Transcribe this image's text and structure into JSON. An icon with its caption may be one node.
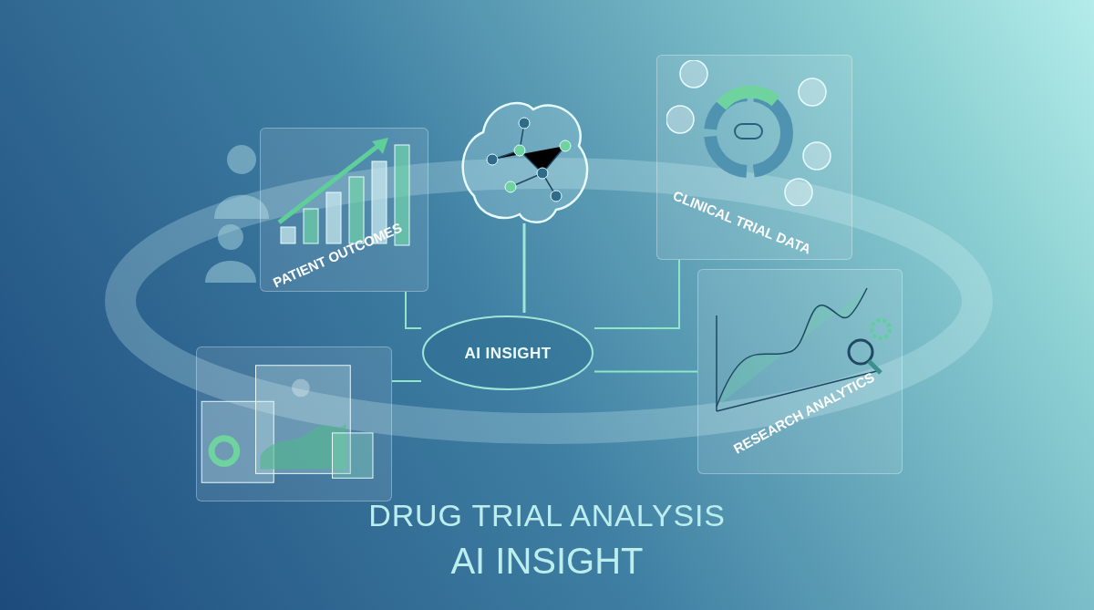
{
  "diagram": {
    "title": "DRUG TRIAL ANALYSIS",
    "caption": "AI INSIGHT",
    "nodes": [
      {
        "text": [
          "AI INSIGHT"
        ]
      },
      {
        "text": [
          "PATIENT OUTCOMES"
        ]
      },
      {
        "text": [
          "CLINICAL TRIAL DATA"
        ]
      },
      {
        "text": [
          "RESEARCH ANALYTICS"
        ]
      },
      {
        "text": [],
        "shape": "picture"
      }
    ],
    "edges": [
      {
        "from": 0,
        "to": 1,
        "arrow": "none"
      },
      {
        "from": 0,
        "to": 4,
        "arrow": "none"
      },
      {
        "from": 0,
        "to": 2,
        "arrow": "none"
      },
      {
        "from": 0,
        "to": 3,
        "arrow": "none"
      }
    ]
  }
}
